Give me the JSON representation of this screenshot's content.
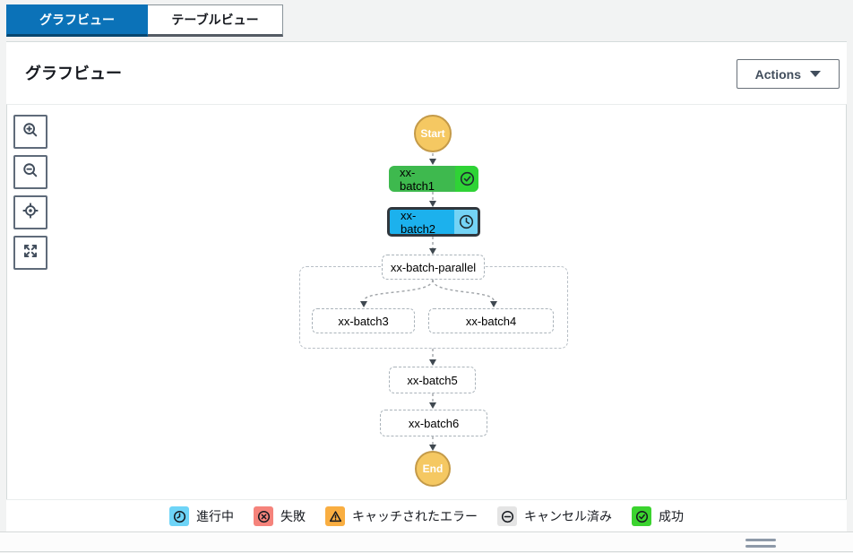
{
  "tabs": {
    "graph": {
      "label": "グラフビュー",
      "active": true
    },
    "table": {
      "label": "テーブルビュー",
      "active": false
    }
  },
  "header": {
    "title": "グラフビュー",
    "actions_label": "Actions"
  },
  "toolbar": {
    "buttons": [
      "zoom-in",
      "zoom-out",
      "center-focus",
      "fit-to-view"
    ]
  },
  "graph": {
    "start_label": "Start",
    "end_label": "End",
    "nodes": {
      "batch1": {
        "label": "xx-batch1",
        "status_icon": "check-circle-icon"
      },
      "batch2": {
        "label": "xx-batch2",
        "status_icon": "clock-icon",
        "selected": true
      },
      "parallel": {
        "label": "xx-batch-parallel"
      },
      "batch3": {
        "label": "xx-batch3"
      },
      "batch4": {
        "label": "xx-batch4"
      },
      "batch5": {
        "label": "xx-batch5"
      },
      "batch6": {
        "label": "xx-batch6"
      }
    }
  },
  "legend": {
    "items": [
      {
        "label": "進行中",
        "icon": "clock-icon",
        "color": "#6ED4F7"
      },
      {
        "label": "失敗",
        "icon": "x-circle-icon",
        "color": "#F5837B"
      },
      {
        "label": "キャッチされたエラー",
        "icon": "warning-triangle-icon",
        "color": "#F9AE41"
      },
      {
        "label": "キャンセル済み",
        "icon": "minus-circle-icon",
        "color": "#E4E4E4"
      },
      {
        "label": "成功",
        "icon": "check-circle-icon",
        "color": "#3BD32F"
      }
    ]
  },
  "colors": {
    "tab_active_bg": "#0B72B8",
    "succeeded_node_body": "#3EB94E",
    "succeeded_node_icon_bg": "#2FD336",
    "in_progress_node_body": "#1CB1ED",
    "in_progress_node_icon_bg": "#74D3F5",
    "selected_node_border": "#30373D",
    "start_end_fill": "#F5C862",
    "start_end_border": "#C49A48",
    "edge_stroke": "#A0A4A8",
    "arrowhead": "#3F4850"
  }
}
